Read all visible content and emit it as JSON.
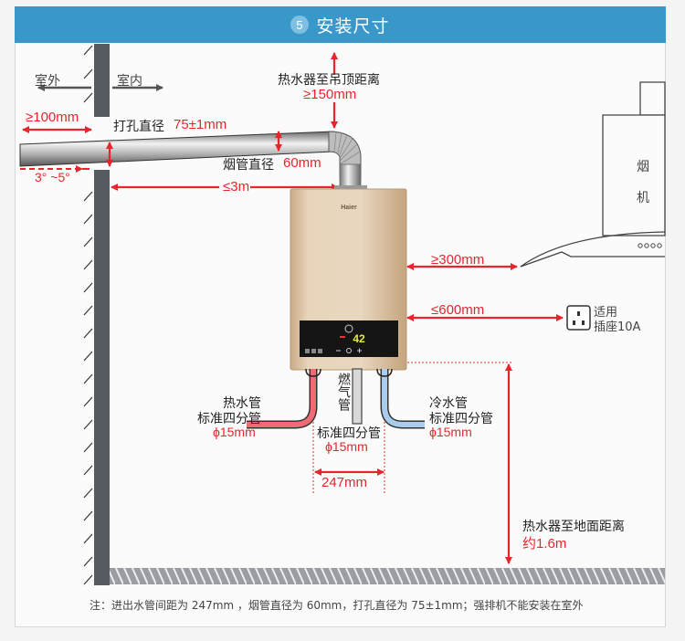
{
  "header": {
    "step_number": "5",
    "title": "安装尺寸"
  },
  "wall": {
    "outdoor_label": "室外",
    "indoor_label": "室内"
  },
  "dimensions": {
    "outside_extension": "≥100mm",
    "hole_diameter_label": "打孔直径",
    "hole_diameter_value": "75±1mm",
    "slope": "3° ~5°",
    "flue_length": "≤3m",
    "flue_diameter_label": "烟管直径",
    "flue_diameter_value": "60mm",
    "ceiling_distance_label": "热水器至吊顶距离",
    "ceiling_distance_value": "≥150mm",
    "hood_distance": "≥300mm",
    "socket_distance": "≤600mm",
    "floor_distance_label": "热水器至地面距离",
    "floor_distance_value": "约1.6m",
    "pipe_spacing": "247mm"
  },
  "heater": {
    "brand": "Haier",
    "display_temp": "42"
  },
  "range_hood": {
    "label_line1": "烟",
    "label_line2": "机"
  },
  "socket": {
    "label_line1": "适用",
    "label_line2": "插座10A"
  },
  "pipes": {
    "hot": {
      "name": "热水管",
      "spec": "标准四分管",
      "diameter": "ϕ15mm"
    },
    "gas": {
      "name": "燃气管",
      "spec": "标准四分管",
      "diameter": "ϕ15mm"
    },
    "cold": {
      "name": "冷水管",
      "spec": "标准四分管",
      "diameter": "ϕ15mm"
    }
  },
  "colors": {
    "header": "#3a97c9",
    "dimension": "#e8252c",
    "hot_pipe": "#f06b73",
    "cold_pipe": "#a9cdee",
    "wall": "#555b60"
  },
  "footnote": "注：进出水管间距为 247mm ，烟管直径为 60mm，打孔直径为 75±1mm；强排机不能安装在室外"
}
